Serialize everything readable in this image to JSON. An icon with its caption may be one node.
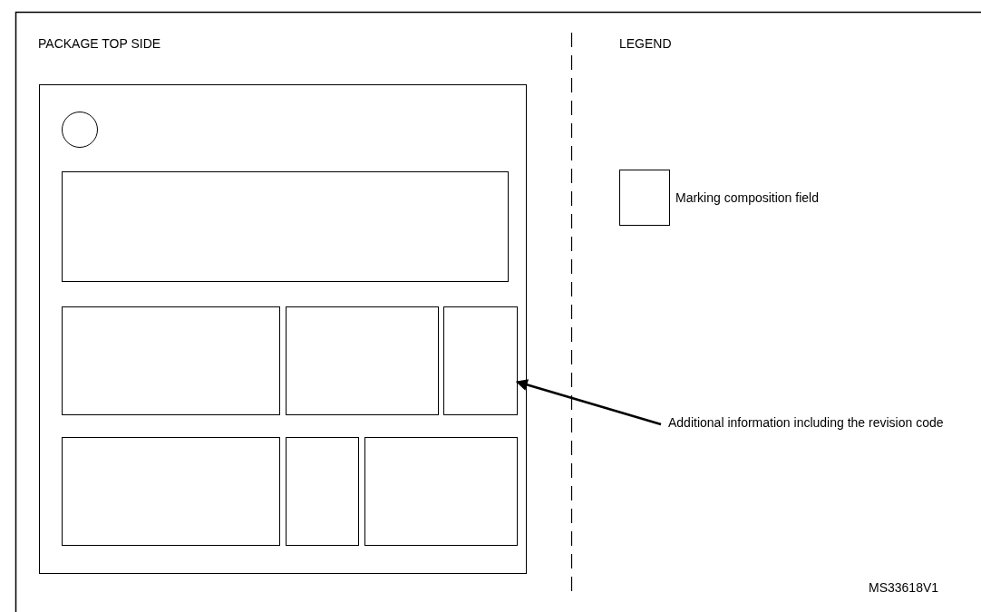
{
  "diagram": {
    "nodes": [
      {
        "text": [],
        "shape": "box"
      },
      {
        "text": [],
        "shape": "circle",
        "in": 0
      },
      {
        "text": [],
        "shape": "box",
        "in": 0
      },
      {
        "text": [],
        "shape": "box",
        "in": 0
      },
      {
        "text": [],
        "shape": "box",
        "in": 0
      },
      {
        "text": [],
        "shape": "box",
        "in": 0
      },
      {
        "text": [],
        "shape": "box",
        "in": 0
      },
      {
        "text": [],
        "shape": "box",
        "in": 0
      },
      {
        "text": [],
        "shape": "box",
        "in": 0
      },
      {
        "text": [
          "Additional information including the revision code"
        ]
      }
    ],
    "edges": [
      {
        "from": 9,
        "to": 5,
        "arrow": "to"
      }
    ],
    "labels": [
      "PACKAGE TOP SIDE",
      "LEGEND",
      "MS33618V1"
    ],
    "legend": [
      {
        "text": "Marking composition field"
      }
    ]
  }
}
